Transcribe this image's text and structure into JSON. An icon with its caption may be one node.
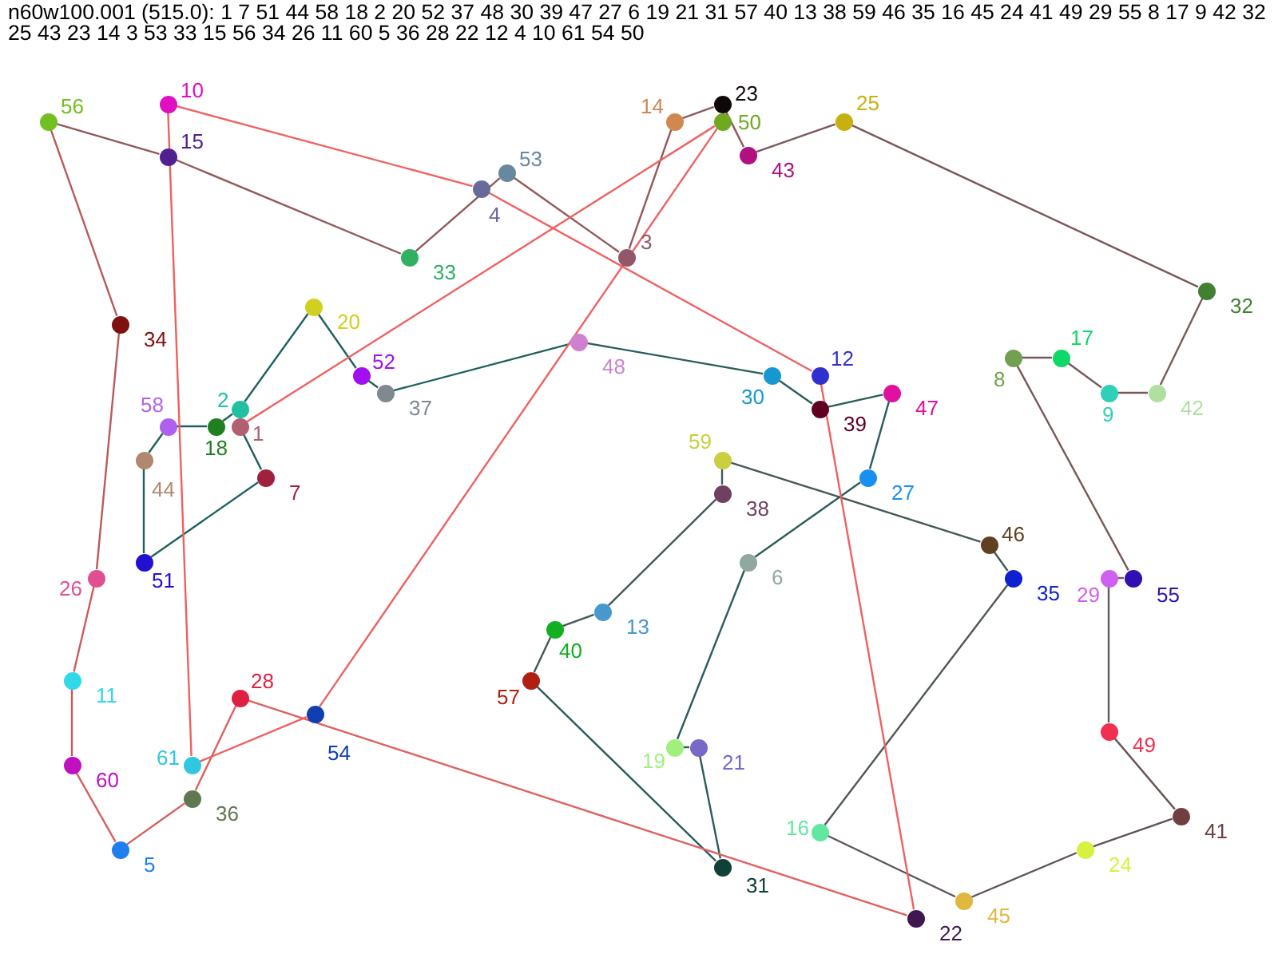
{
  "diagram": {
    "title": "n60w100.001 (515.0): 1 7 51 44 58 18 2 20 52 37 48 30 39 47 27 6 19 21 31 57 40 13 38 59 46 35 16 45 24 41 49 29 55 8 17 9 42 32 25 43 23 14 3 53 33 15 56 34 26 11 60 5 36 28 22 12 4 10 61 54 50",
    "nodes": [
      {
        "text": [],
        "shape": "circle",
        "beside": [
          "1"
        ]
      },
      {
        "text": [],
        "shape": "circle",
        "beside": [
          "2"
        ]
      },
      {
        "text": [],
        "shape": "circle",
        "beside": [
          "3"
        ]
      },
      {
        "text": [],
        "shape": "circle",
        "beside": [
          "4"
        ]
      },
      {
        "text": [],
        "shape": "circle",
        "beside": [
          "5"
        ]
      },
      {
        "text": [],
        "shape": "circle",
        "beside": [
          "6"
        ]
      },
      {
        "text": [],
        "shape": "circle",
        "beside": [
          "7"
        ]
      },
      {
        "text": [],
        "shape": "circle",
        "beside": [
          "8"
        ]
      },
      {
        "text": [],
        "shape": "circle",
        "beside": [
          "9"
        ]
      },
      {
        "text": [],
        "shape": "circle",
        "beside": [
          "10"
        ]
      },
      {
        "text": [],
        "shape": "circle",
        "beside": [
          "11"
        ]
      },
      {
        "text": [],
        "shape": "circle",
        "beside": [
          "12"
        ]
      },
      {
        "text": [],
        "shape": "circle",
        "beside": [
          "13"
        ]
      },
      {
        "text": [],
        "shape": "circle",
        "beside": [
          "14"
        ]
      },
      {
        "text": [],
        "shape": "circle",
        "beside": [
          "15"
        ]
      },
      {
        "text": [],
        "shape": "circle",
        "beside": [
          "16"
        ]
      },
      {
        "text": [],
        "shape": "circle",
        "beside": [
          "17"
        ]
      },
      {
        "text": [],
        "shape": "circle",
        "beside": [
          "18"
        ]
      },
      {
        "text": [],
        "shape": "circle",
        "beside": [
          "19"
        ]
      },
      {
        "text": [],
        "shape": "circle",
        "beside": [
          "20"
        ]
      },
      {
        "text": [],
        "shape": "circle",
        "beside": [
          "21"
        ]
      },
      {
        "text": [],
        "shape": "circle",
        "beside": [
          "22"
        ]
      },
      {
        "text": [],
        "shape": "circle",
        "beside": [
          "23"
        ]
      },
      {
        "text": [],
        "shape": "circle",
        "beside": [
          "24"
        ]
      },
      {
        "text": [],
        "shape": "circle",
        "beside": [
          "25"
        ]
      },
      {
        "text": [],
        "shape": "circle",
        "beside": [
          "26"
        ]
      },
      {
        "text": [],
        "shape": "circle",
        "beside": [
          "27"
        ]
      },
      {
        "text": [],
        "shape": "circle",
        "beside": [
          "28"
        ]
      },
      {
        "text": [],
        "shape": "circle",
        "beside": [
          "29"
        ]
      },
      {
        "text": [],
        "shape": "circle",
        "beside": [
          "30"
        ]
      },
      {
        "text": [],
        "shape": "circle",
        "beside": [
          "31"
        ]
      },
      {
        "text": [],
        "shape": "circle",
        "beside": [
          "32"
        ]
      },
      {
        "text": [],
        "shape": "circle",
        "beside": [
          "33"
        ]
      },
      {
        "text": [],
        "shape": "circle",
        "beside": [
          "34"
        ]
      },
      {
        "text": [],
        "shape": "circle",
        "beside": [
          "35"
        ]
      },
      {
        "text": [],
        "shape": "circle",
        "beside": [
          "36"
        ]
      },
      {
        "text": [],
        "shape": "circle",
        "beside": [
          "37"
        ]
      },
      {
        "text": [],
        "shape": "circle",
        "beside": [
          "38"
        ]
      },
      {
        "text": [],
        "shape": "circle",
        "beside": [
          "39"
        ]
      },
      {
        "text": [],
        "shape": "circle",
        "beside": [
          "40"
        ]
      },
      {
        "text": [],
        "shape": "circle",
        "beside": [
          "41"
        ]
      },
      {
        "text": [],
        "shape": "circle",
        "beside": [
          "42"
        ]
      },
      {
        "text": [],
        "shape": "circle",
        "beside": [
          "43"
        ]
      },
      {
        "text": [],
        "shape": "circle",
        "beside": [
          "44"
        ]
      },
      {
        "text": [],
        "shape": "circle",
        "beside": [
          "45"
        ]
      },
      {
        "text": [],
        "shape": "circle",
        "beside": [
          "46"
        ]
      },
      {
        "text": [],
        "shape": "circle",
        "beside": [
          "47"
        ]
      },
      {
        "text": [],
        "shape": "circle",
        "beside": [
          "48"
        ]
      },
      {
        "text": [],
        "shape": "circle",
        "beside": [
          "49"
        ]
      },
      {
        "text": [],
        "shape": "circle",
        "beside": [
          "50"
        ]
      },
      {
        "text": [],
        "shape": "circle",
        "beside": [
          "51"
        ]
      },
      {
        "text": [],
        "shape": "circle",
        "beside": [
          "52"
        ]
      },
      {
        "text": [],
        "shape": "circle",
        "beside": [
          "53"
        ]
      },
      {
        "text": [],
        "shape": "circle",
        "beside": [
          "54"
        ]
      },
      {
        "text": [],
        "shape": "circle",
        "beside": [
          "55"
        ]
      },
      {
        "text": [],
        "shape": "circle",
        "beside": [
          "56"
        ]
      },
      {
        "text": [],
        "shape": "circle",
        "beside": [
          "57"
        ]
      },
      {
        "text": [],
        "shape": "circle",
        "beside": [
          "58"
        ]
      },
      {
        "text": [],
        "shape": "circle",
        "beside": [
          "59"
        ]
      },
      {
        "text": [],
        "shape": "circle",
        "beside": [
          "60"
        ]
      },
      {
        "text": [],
        "shape": "circle",
        "beside": [
          "61"
        ]
      }
    ],
    "edges": [
      {
        "from": 0,
        "to": 6,
        "arrow": "none",
        "color": "#1f6060"
      },
      {
        "from": 6,
        "to": 50,
        "arrow": "none",
        "color": "#1f6060"
      },
      {
        "from": 50,
        "to": 43,
        "arrow": "none",
        "color": "#1f6060"
      },
      {
        "from": 43,
        "to": 57,
        "arrow": "none",
        "color": "#1f6060"
      },
      {
        "from": 57,
        "to": 17,
        "arrow": "none",
        "color": "#1f6060"
      },
      {
        "from": 17,
        "to": 1,
        "arrow": "none",
        "color": "#1f6060"
      },
      {
        "from": 1,
        "to": 19,
        "arrow": "none",
        "color": "#1f6060"
      },
      {
        "from": 19,
        "to": 51,
        "arrow": "none",
        "color": "#1f6060"
      },
      {
        "from": 51,
        "to": 36,
        "arrow": "none",
        "color": "#1f6060"
      },
      {
        "from": 36,
        "to": 47,
        "arrow": "none",
        "color": "#1f6060"
      },
      {
        "from": 47,
        "to": 29,
        "arrow": "none",
        "color": "#2a5c5c"
      },
      {
        "from": 29,
        "to": 38,
        "arrow": "none",
        "color": "#2a5c5c"
      },
      {
        "from": 38,
        "to": 46,
        "arrow": "none",
        "color": "#2a5c5c"
      },
      {
        "from": 46,
        "to": 26,
        "arrow": "none",
        "color": "#2a5c5c"
      },
      {
        "from": 26,
        "to": 5,
        "arrow": "none",
        "color": "#2a5c5c"
      },
      {
        "from": 5,
        "to": 18,
        "arrow": "none",
        "color": "#2a5c5c"
      },
      {
        "from": 18,
        "to": 20,
        "arrow": "none",
        "color": "#2a5c5c"
      },
      {
        "from": 20,
        "to": 30,
        "arrow": "none",
        "color": "#2a5c5c"
      },
      {
        "from": 30,
        "to": 56,
        "arrow": "none",
        "color": "#2a5c5c"
      },
      {
        "from": 56,
        "to": 39,
        "arrow": "none",
        "color": "#445858"
      },
      {
        "from": 39,
        "to": 12,
        "arrow": "none",
        "color": "#445858"
      },
      {
        "from": 12,
        "to": 37,
        "arrow": "none",
        "color": "#445858"
      },
      {
        "from": 37,
        "to": 58,
        "arrow": "none",
        "color": "#445858"
      },
      {
        "from": 58,
        "to": 45,
        "arrow": "none",
        "color": "#445858"
      },
      {
        "from": 45,
        "to": 34,
        "arrow": "none",
        "color": "#445858"
      },
      {
        "from": 34,
        "to": 15,
        "arrow": "none",
        "color": "#4f5656"
      },
      {
        "from": 15,
        "to": 44,
        "arrow": "none",
        "color": "#5f5458"
      },
      {
        "from": 44,
        "to": 23,
        "arrow": "none",
        "color": "#5f5458"
      },
      {
        "from": 23,
        "to": 40,
        "arrow": "none",
        "color": "#5f5458"
      },
      {
        "from": 40,
        "to": 48,
        "arrow": "none",
        "color": "#6a5656"
      },
      {
        "from": 48,
        "to": 28,
        "arrow": "none",
        "color": "#6a5656"
      },
      {
        "from": 28,
        "to": 54,
        "arrow": "none",
        "color": "#7a5858"
      },
      {
        "from": 54,
        "to": 7,
        "arrow": "none",
        "color": "#7a5858"
      },
      {
        "from": 7,
        "to": 16,
        "arrow": "none",
        "color": "#7a5858"
      },
      {
        "from": 16,
        "to": 8,
        "arrow": "none",
        "color": "#7a5858"
      },
      {
        "from": 8,
        "to": 41,
        "arrow": "none",
        "color": "#7a5858"
      },
      {
        "from": 41,
        "to": 31,
        "arrow": "none",
        "color": "#7a5858"
      },
      {
        "from": 31,
        "to": 24,
        "arrow": "none",
        "color": "#7a5858"
      },
      {
        "from": 24,
        "to": 42,
        "arrow": "none",
        "color": "#7a5858"
      },
      {
        "from": 42,
        "to": 22,
        "arrow": "none",
        "color": "#925858"
      },
      {
        "from": 22,
        "to": 13,
        "arrow": "none",
        "color": "#925858"
      },
      {
        "from": 13,
        "to": 2,
        "arrow": "none",
        "color": "#925858"
      },
      {
        "from": 2,
        "to": 52,
        "arrow": "none",
        "color": "#925858"
      },
      {
        "from": 52,
        "to": 32,
        "arrow": "none",
        "color": "#925858"
      },
      {
        "from": 32,
        "to": 14,
        "arrow": "none",
        "color": "#925858"
      },
      {
        "from": 14,
        "to": 55,
        "arrow": "none",
        "color": "#925858"
      },
      {
        "from": 55,
        "to": 33,
        "arrow": "none",
        "color": "#b85a5a"
      },
      {
        "from": 33,
        "to": 25,
        "arrow": "none",
        "color": "#b85a5a"
      },
      {
        "from": 25,
        "to": 10,
        "arrow": "none",
        "color": "#c85c5c"
      },
      {
        "from": 10,
        "to": 59,
        "arrow": "none",
        "color": "#c85c5c"
      },
      {
        "from": 59,
        "to": 4,
        "arrow": "none",
        "color": "#d85e5e"
      },
      {
        "from": 4,
        "to": 35,
        "arrow": "none",
        "color": "#d85e5e"
      },
      {
        "from": 35,
        "to": 27,
        "arrow": "none",
        "color": "#e06060"
      },
      {
        "from": 27,
        "to": 21,
        "arrow": "none",
        "color": "#e06060"
      },
      {
        "from": 21,
        "to": 11,
        "arrow": "none",
        "color": "#f06060"
      },
      {
        "from": 11,
        "to": 3,
        "arrow": "none",
        "color": "#f06060"
      },
      {
        "from": 3,
        "to": 9,
        "arrow": "none",
        "color": "#f06060"
      },
      {
        "from": 9,
        "to": 60,
        "arrow": "none",
        "color": "#f06060"
      },
      {
        "from": 60,
        "to": 53,
        "arrow": "none",
        "color": "#f06060"
      },
      {
        "from": 53,
        "to": 49,
        "arrow": "none",
        "color": "#f06060"
      },
      {
        "from": 49,
        "to": 0,
        "arrow": "none",
        "color": "#f06060"
      }
    ]
  }
}
